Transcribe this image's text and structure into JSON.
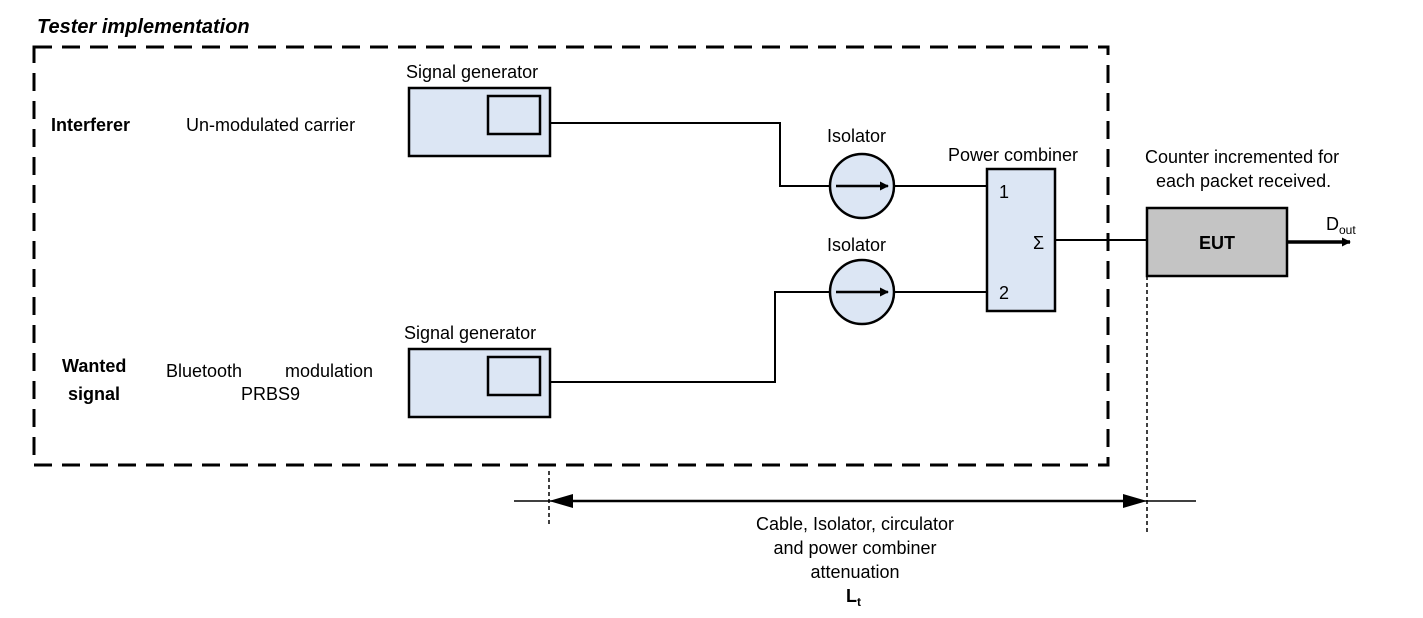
{
  "title": "Tester implementation",
  "interferer": {
    "label": "Interferer",
    "signal": "Un-modulated carrier",
    "generator_label": "Signal generator"
  },
  "wanted": {
    "label_line1": "Wanted",
    "label_line2": "signal",
    "signal_line1a": "Bluetooth",
    "signal_line1b": "modulation",
    "signal_line2": "PRBS9",
    "generator_label": "Signal generator"
  },
  "isolator_top_label": "Isolator",
  "isolator_bottom_label": "Isolator",
  "combiner": {
    "label": "Power combiner",
    "port1": "1",
    "port2": "2",
    "sum": "Σ"
  },
  "eut": {
    "label": "EUT",
    "counter_line1": "Counter incremented for",
    "counter_line2": "each packet received.",
    "output_main": "D",
    "output_sub": "out"
  },
  "attenuation": {
    "line1": "Cable, Isolator, circulator",
    "line2": "and power combiner",
    "line3": "attenuation",
    "symbol_main": "L",
    "symbol_sub": "t"
  },
  "colors": {
    "generator_fill": "#dce6f4",
    "eut_fill": "#c4c4c4",
    "line": "#000000"
  }
}
